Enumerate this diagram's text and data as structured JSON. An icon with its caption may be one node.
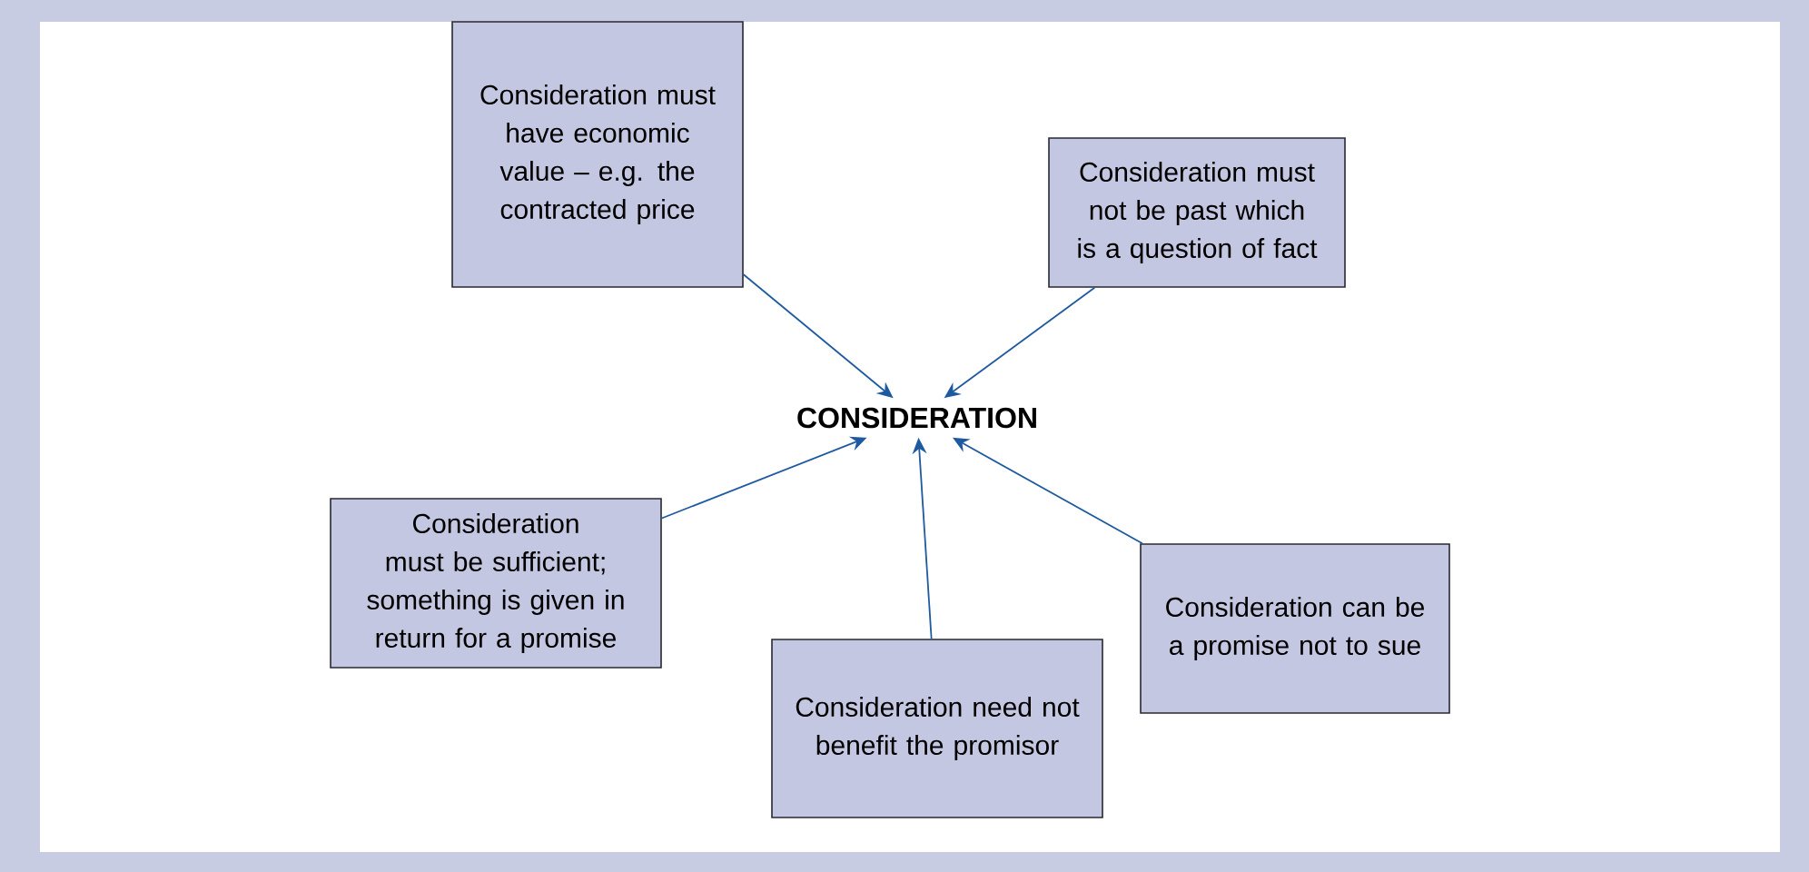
{
  "diagram": {
    "nodes": [
      {
        "text": [
          "CONSIDERATION"
        ]
      },
      {
        "text": [
          "Consideration must have economic value – e.g. the contracted price"
        ]
      },
      {
        "text": [
          "Consideration must not be past which is a question of fact"
        ]
      },
      {
        "text": [
          "Consideration must be sufficient; something is given in return for a promise"
        ]
      },
      {
        "text": [
          "Consideration need not benefit the promisor"
        ]
      },
      {
        "text": [
          "Consideration can be a promise not to sue"
        ]
      }
    ],
    "edges": [
      {
        "from": 1,
        "to": 0,
        "arrow": "to"
      },
      {
        "from": 2,
        "to": 0,
        "arrow": "to"
      },
      {
        "from": 3,
        "to": 0,
        "arrow": "to"
      },
      {
        "from": 4,
        "to": 0,
        "arrow": "to"
      },
      {
        "from": 5,
        "to": 0,
        "arrow": "to"
      }
    ]
  }
}
